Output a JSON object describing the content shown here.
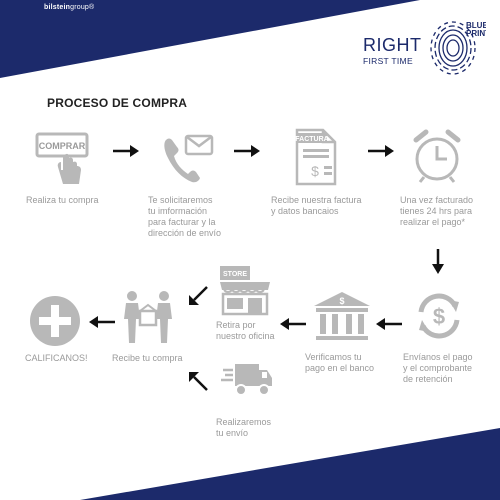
{
  "brand": {
    "group_name": "bilstein",
    "group_suffix": "group®"
  },
  "slogan": {
    "line1": "RIGHT",
    "line2": "FIRST TIME"
  },
  "logo": {
    "line1": "BLUE",
    "line2": "PRINT"
  },
  "heading": "PROCESO DE COMPRA",
  "icons": {
    "comprar_button": "COMPRAR",
    "factura_doc": "FACTURA",
    "store_sign": "STORE"
  },
  "steps": {
    "comprar": "Realiza tu compra",
    "telefono": [
      "Te solicitaremos",
      "tu imformación",
      "para facturar y la",
      "dirección de envío"
    ],
    "factura": [
      "Recibe nuestra factura",
      "y datos bancaios"
    ],
    "reloj": [
      "Una vez facturado",
      "tienes 24 hrs para",
      "realizar el pago*"
    ],
    "pago": [
      "Envíanos el pago",
      "y el comprobante",
      "de retención"
    ],
    "banco": [
      "Verificamos tu",
      "pago en el banco"
    ],
    "tienda": [
      "Retira por",
      "nuestro oficina"
    ],
    "envio": [
      "Realizaremos",
      "tu envío"
    ],
    "recibe": "Recibe tu compra",
    "califica": "CALIFICANOS!"
  },
  "colors": {
    "navy": "#1c2a6b",
    "icon_gray": "#b8b8b8",
    "text_gray": "#9a9a9a",
    "arrow": "#111111"
  }
}
